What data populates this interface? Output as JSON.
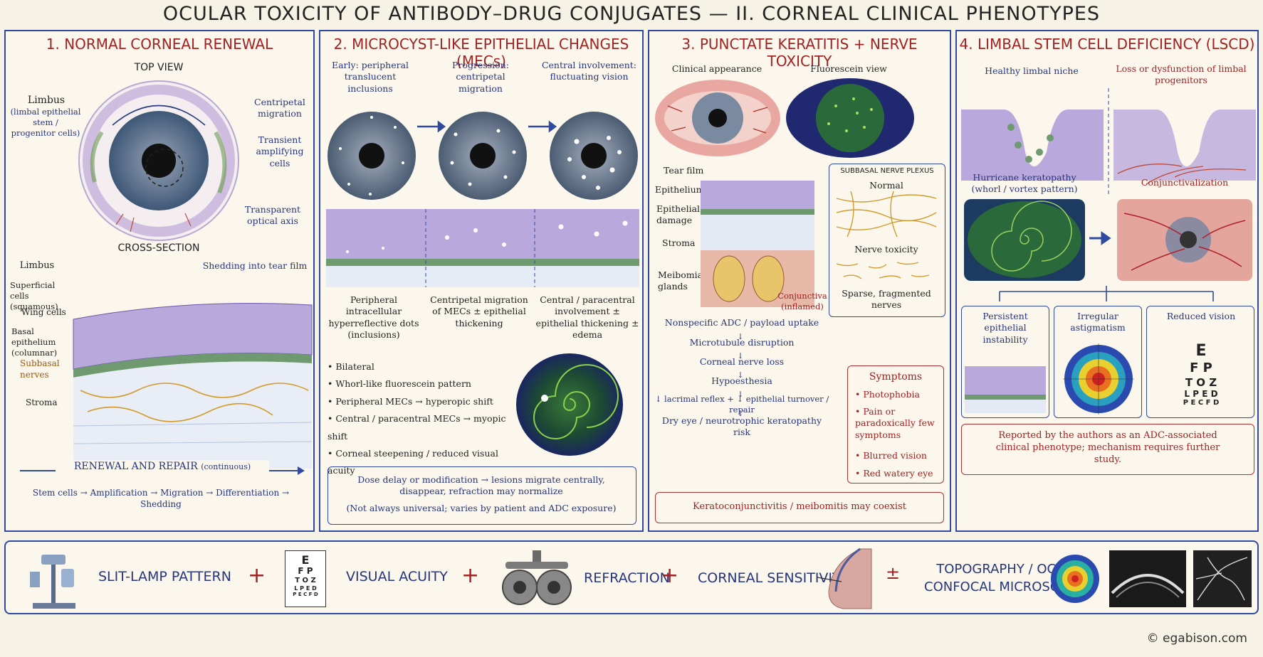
{
  "title": "OCULAR TOXICITY OF ANTIBODY–DRUG CONJUGATES — II. CORNEAL CLINICAL PHENOTYPES",
  "p1": {
    "num": "1.",
    "title": "NORMAL CORNEAL RENEWAL",
    "top_view": "TOP VIEW",
    "limbus": "Limbus",
    "limbus_note": "(limbal epithelial stem / progenitor cells)",
    "centripetal": "Centripetal migration",
    "transient": "Transient amplifying cells",
    "transparent": "Transparent optical axis",
    "cross": "CROSS-SECTION",
    "limbus2": "Limbus",
    "shedding": "Shedding into tear film",
    "superficial": "Superficial cells",
    "squamous": "(squamous)",
    "wing": "Wing cells",
    "basal": "Basal epithelium",
    "columnar": "(columnar)",
    "subbasal": "Subbasal nerves",
    "stroma": "Stroma",
    "renewal": "RENEWAL AND REPAIR",
    "continuous": "(continuous)",
    "flow": "Stem cells → Amplification → Migration → Differentiation → Shedding"
  },
  "p2": {
    "num": "2.",
    "title": "MICROCYST-LIKE EPITHELIAL CHANGES (MECs)",
    "s1": "Early: peripheral translucent inclusions",
    "s2": "Progression: centripetal migration",
    "s3": "Central involvement: fluctuating vision",
    "h1": "Peripheral intracellular hyperreflective dots (inclusions)",
    "h2": "Centripetal migration of MECs ± epithelial thickening",
    "h3": "Central / paracentral involvement ± epithelial thickening ± edema",
    "bullets": [
      "Bilateral",
      "Whorl-like fluorescein pattern",
      "Peripheral MECs → hyperopic shift",
      "Central / paracentral MECs → myopic shift",
      "Corneal steepening / reduced visual acuity"
    ],
    "note1": "Dose delay or modification → lesions migrate centrally, disappear, refraction may normalize",
    "note2": "(Not always universal; varies by patient and ADC exposure)"
  },
  "p3": {
    "num": "3.",
    "title": "PUNCTATE KERATITIS + NERVE TOXICITY",
    "clinical": "Clinical appearance",
    "fluor": "Fluorescein view",
    "tear": "Tear film",
    "epi": "Epithelium",
    "epi_dmg": "Epithelial damage",
    "stroma": "Stroma",
    "meib": "Meibomian glands",
    "conj": "Conjunctiva (inflamed)",
    "plexus": "SUBBASAL NERVE PLEXUS",
    "normal": "Normal",
    "nerve_tox": "Nerve toxicity",
    "sparse": "Sparse, fragmented nerves",
    "flow": [
      "Nonspecific ADC / payload uptake",
      "Microtubule disruption",
      "Corneal nerve loss",
      "Hypoesthesia",
      "↓ lacrimal reflex + ↓ epithelial turnover / repair",
      "Dry eye / neurotrophic keratopathy risk"
    ],
    "symptoms_title": "Symptoms",
    "symptoms": [
      "Photophobia",
      "Pain or paradoxically few symptoms",
      "Blurred vision",
      "Red watery eye"
    ],
    "coexist": "Keratoconjunctivitis / meibomitis may coexist"
  },
  "p4": {
    "num": "4.",
    "title": "LIMBAL STEM CELL DEFICIENCY (LSCD)",
    "healthy": "Healthy limbal niche",
    "loss": "Loss or dysfunction of limbal progenitors",
    "hurricane": "Hurricane keratopathy (whorl / vortex pattern)",
    "conjunct": "Conjunctivalization",
    "o1": "Persistent epithelial instability",
    "o2": "Irregular astigmatism",
    "o3": "Reduced vision",
    "chart": [
      "E",
      "F P",
      "T O Z",
      "L P E D",
      "P E C F D"
    ],
    "reported": "Reported by the authors as an ADC-associated clinical phenotype; mechanism requires further study."
  },
  "bottom": {
    "slit": "SLIT-LAMP PATTERN",
    "va": "VISUAL ACUITY",
    "refr": "REFRACTION",
    "sens": "CORNEAL SENSITIVITY",
    "topo1": "TOPOGRAPHY / OCT /",
    "topo2": "CONFOCAL MICROSCOPY",
    "plus": "+",
    "pm": "±",
    "chart": [
      "E",
      "F P",
      "T O Z",
      "L P E D",
      "P E C F D"
    ]
  },
  "copyright": "© egabison.com",
  "colors": {
    "accent_red": "#a02222",
    "accent_blue": "#2f4aa0",
    "paper": "#f7f2e6"
  }
}
